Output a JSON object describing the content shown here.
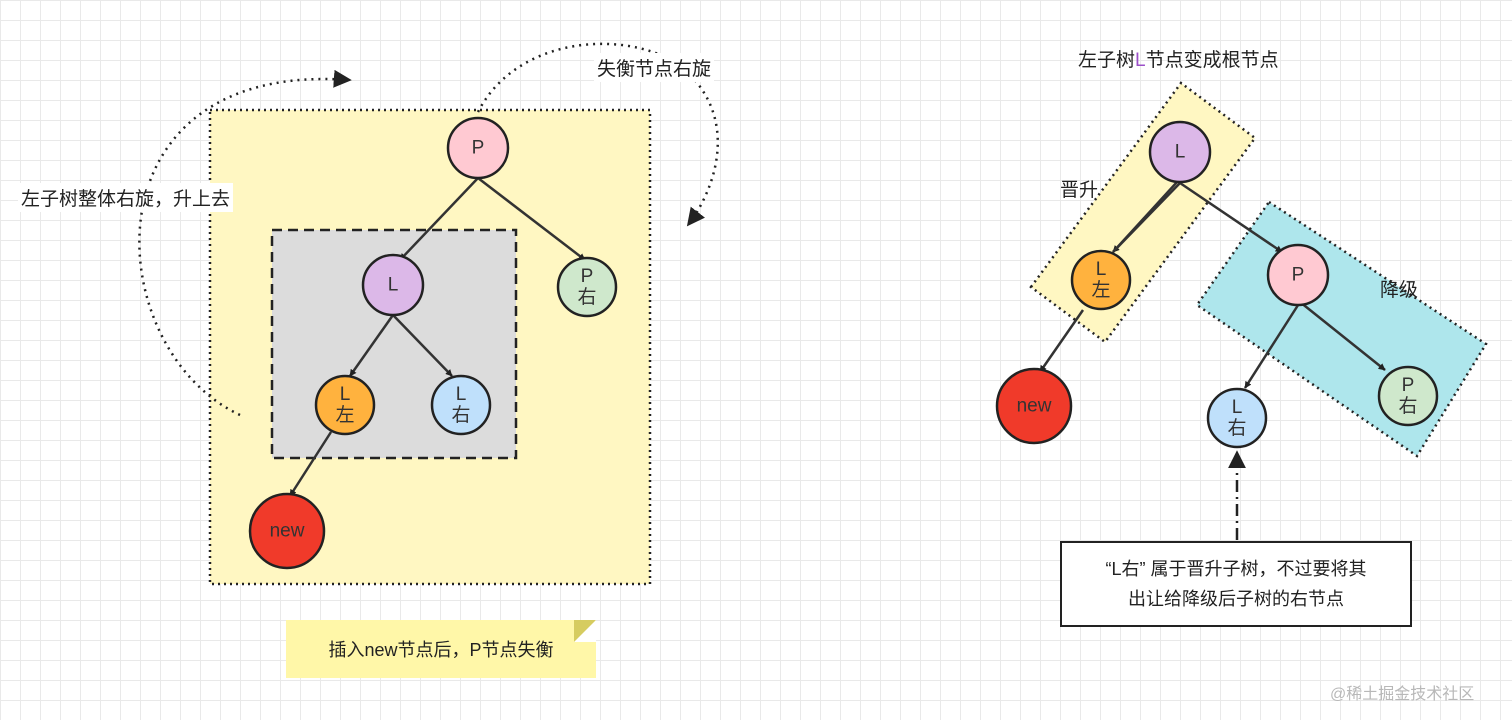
{
  "left_diagram": {
    "caption_rotate_left_subtree": "左子树整体右旋，升上去",
    "caption_unbalanced_rotate": "失衡节点右旋",
    "sticky_note": "插入new节点后，P节点失衡",
    "nodes": {
      "p": [
        "P"
      ],
      "l": [
        "L"
      ],
      "p_right": [
        "P",
        "右"
      ],
      "l_left": [
        "L",
        "左"
      ],
      "l_right": [
        "L",
        "右"
      ],
      "new": [
        "new"
      ]
    }
  },
  "right_diagram": {
    "title_prefix": "左子树",
    "title_highlight": "L",
    "title_suffix": "节点变成根节点",
    "label_promote": "晋升",
    "label_demote": "降级",
    "note_line1": "“L右” 属于晋升子树，不过要将其",
    "note_line2": "出让给降级后子树的右节点",
    "nodes": {
      "l": [
        "L"
      ],
      "l_left": [
        "L",
        "左"
      ],
      "p": [
        "P"
      ],
      "p_right": [
        "P",
        "右"
      ],
      "l_right": [
        "L",
        "右"
      ],
      "new": [
        "new"
      ]
    }
  },
  "colors": {
    "yellow_area": "#fff7c2",
    "gray_area": "#dcdcdc",
    "cyan_area": "#aee6ec",
    "node_p": "#ffc9d2",
    "node_l": "#dcb8e8",
    "node_l_left": "#ffb23e",
    "node_l_right": "#bfe0fb",
    "node_p_right": "#cfe8cc",
    "node_new": "#f03a2a"
  },
  "watermark": "@稀土掘金技术社区"
}
